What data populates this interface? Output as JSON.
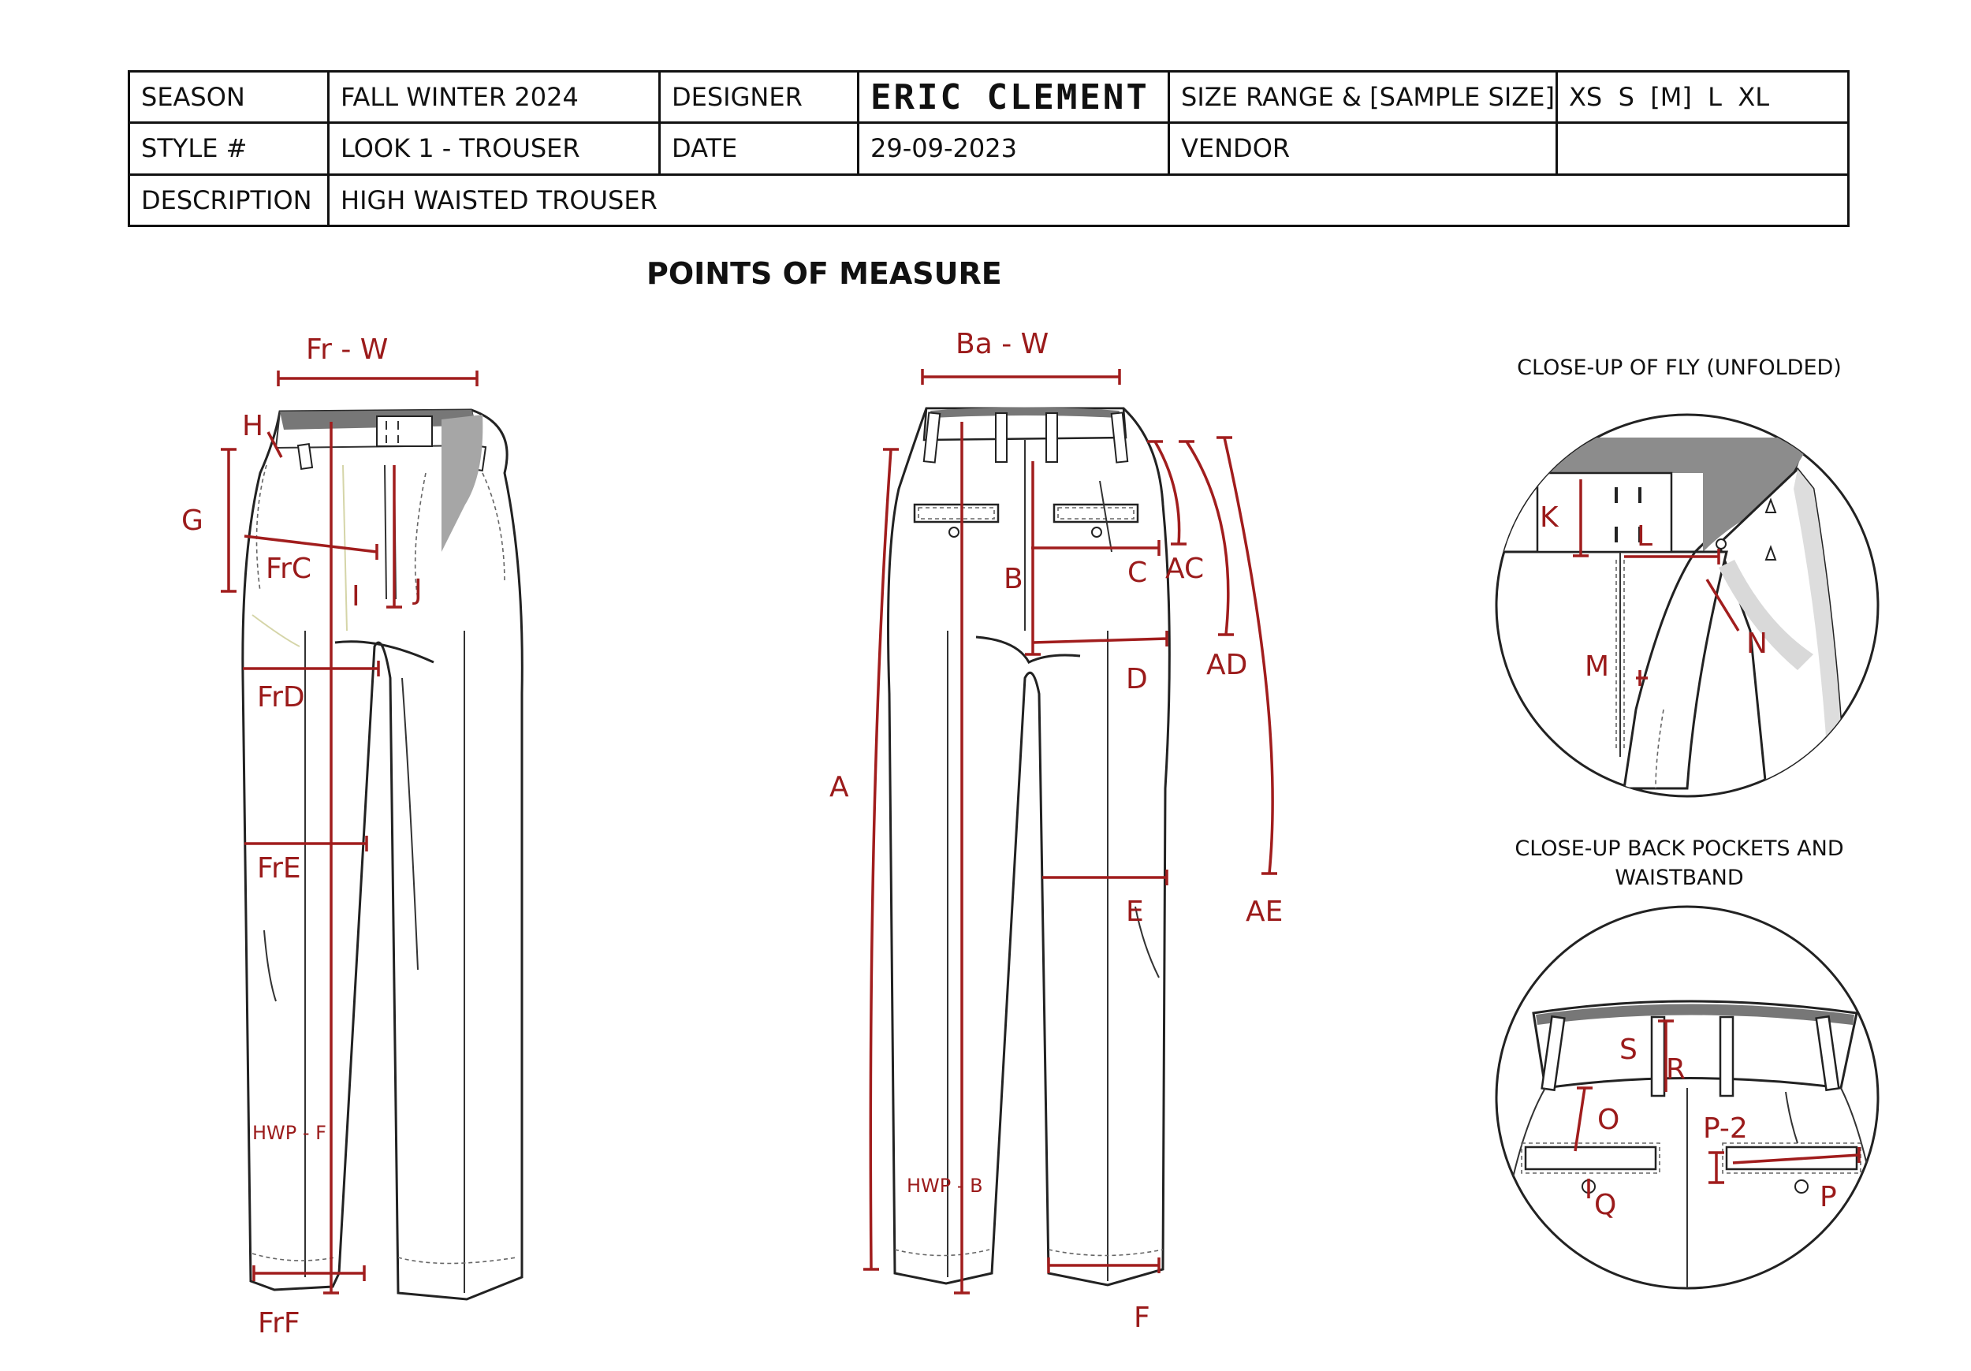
{
  "spec_sheet": {
    "season_label": "SEASON",
    "season_value": "FALL WINTER 2024",
    "designer_label": "DESIGNER",
    "designer_value": "ERIC CLEMENT",
    "size_range_label": "SIZE RANGE & [SAMPLE SIZE]",
    "size_range_value": "XS  S  [M]  L  XL",
    "style_label": "STYLE #",
    "style_value": "LOOK 1 - TROUSER",
    "date_label": "DATE",
    "date_value": "29-09-2023",
    "vendor_label": "VENDOR",
    "vendor_value": "",
    "description_label": "DESCRIPTION",
    "description_value": "HIGH WAISTED TROUSER"
  },
  "heading": "POINTS OF MEASURE",
  "front_view": {
    "labels": {
      "fr_w": "Fr - W",
      "h": "H",
      "g": "G",
      "frc": "FrC",
      "i": "I",
      "j": "J",
      "frd": "FrD",
      "fre": "FrE",
      "hwp_f": "HWP - F",
      "frf": "FrF"
    }
  },
  "back_view": {
    "labels": {
      "ba_w": "Ba - W",
      "a": "A",
      "b": "B",
      "c": "C",
      "ac": "AC",
      "ad": "AD",
      "d": "D",
      "ae": "AE",
      "e": "E",
      "hwp_b": "HWP - B",
      "f": "F"
    }
  },
  "fly_closeup": {
    "title": "CLOSE-UP OF FLY (UNFOLDED)",
    "labels": {
      "k": "K",
      "l": "L",
      "m": "M",
      "n": "N"
    }
  },
  "pockets_closeup": {
    "title_line1": "CLOSE-UP BACK POCKETS AND",
    "title_line2": "WAISTBAND",
    "labels": {
      "s": "S",
      "r": "R",
      "o": "O",
      "p2": "P-2",
      "q": "Q",
      "p": "P"
    }
  },
  "colors": {
    "measure_red": "#a11d1d",
    "label_red": "#9b1b1b",
    "line": "#222222",
    "shade_grey": "#8c8c8c"
  }
}
